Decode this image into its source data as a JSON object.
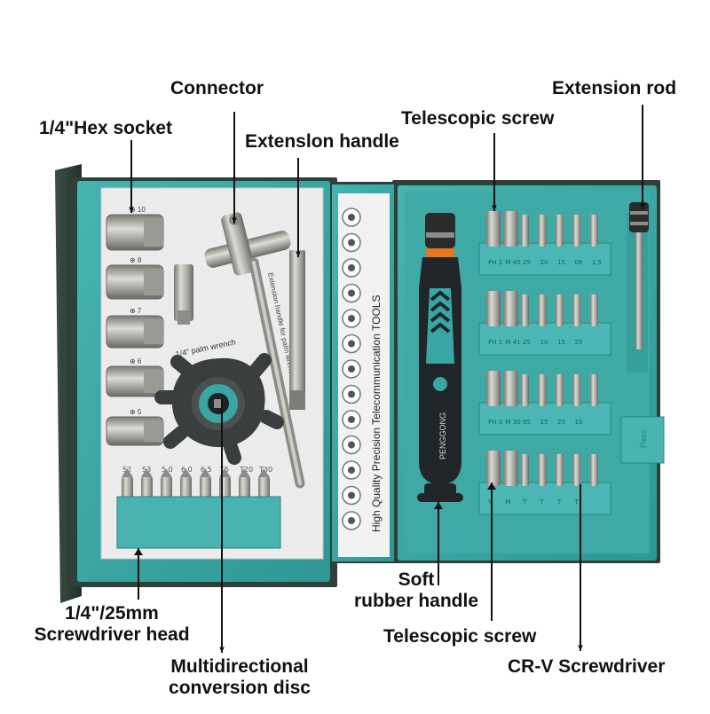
{
  "labels": {
    "connector": "Connector",
    "hex_socket": "1/4\"Hex socket",
    "extension_handle": "Extenslon handle",
    "telescopic_screw_top": "Telescopic screw",
    "extension_rod": "Extension rod",
    "soft_handle_line1": "Soft",
    "soft_handle_line2": "rubber handle",
    "screwdriver_head_line1": "1/4\"/25mm",
    "screwdriver_head_line2": "Screwdriver head",
    "telescopic_screw_bottom": "Telescopic screw",
    "conversion_disc_line1": "Multidirectional",
    "conversion_disc_line2": "conversion disc",
    "crv_screwdriver": "CR-V Screwdriver"
  },
  "product_print": {
    "center_strip": "High Quality Precision Telecommunication TOOLS",
    "palm_wrench": "1/4\" palm wrench",
    "extension_bar": "Extension handle for palm wrench",
    "driver_brand": "PENGGONG",
    "socket_sizes": [
      "10",
      "8",
      "7",
      "6",
      "5"
    ],
    "bit_row1": [
      "PH 2",
      "M 40",
      "25",
      "20",
      "15",
      "08",
      "1.5"
    ],
    "bit_row2": [
      "PH 1",
      "M 41",
      "25",
      "10",
      "15",
      "25"
    ],
    "bit_row3": [
      "PH 0",
      "M 30",
      "05",
      "15",
      "20",
      "10"
    ],
    "bit_row4": [
      "Y",
      "M",
      "T",
      "T",
      "T",
      "T"
    ],
    "hex_bits": [
      "S2",
      "S3",
      "5.0",
      "6.0",
      "6.5",
      "T5",
      "T20",
      "T30"
    ],
    "clip_mark": "Pass"
  },
  "colors": {
    "teal": "#39a6a4",
    "teal_dark": "#237d7b",
    "tray_bg": "#ebebeb",
    "case_dark": "#2b3d36",
    "steel": "#b3b1ac",
    "steel_dark": "#6e6c68",
    "handle_black": "#1f2528",
    "accent_orange": "#e6761d",
    "label_text": "#111111"
  }
}
